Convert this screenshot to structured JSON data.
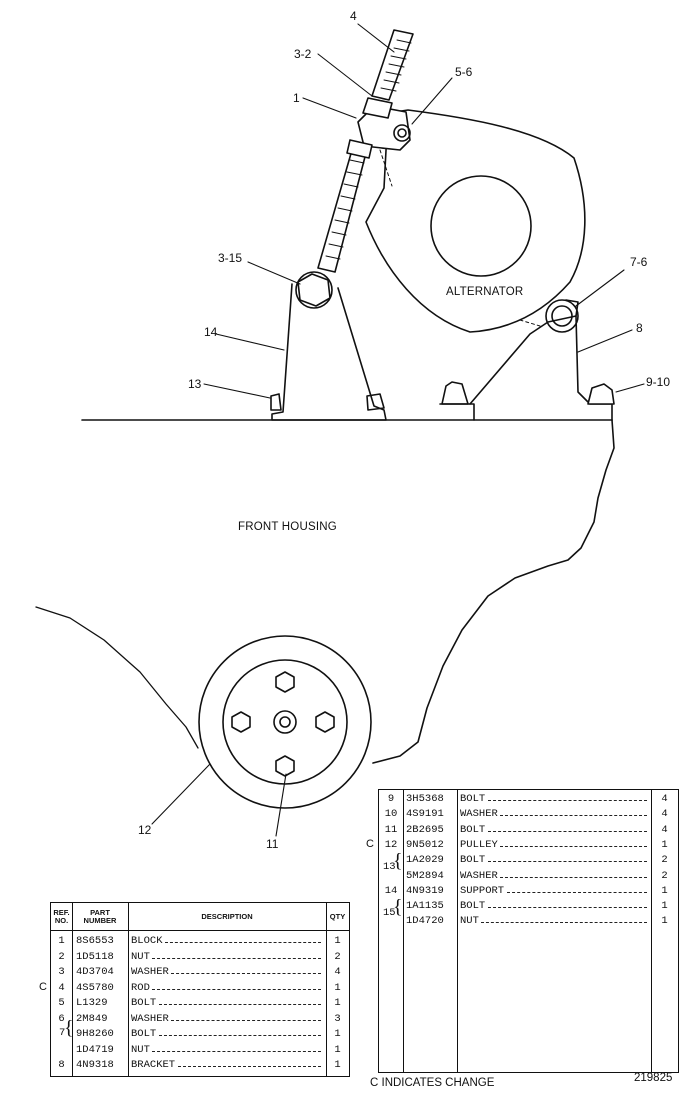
{
  "callouts": {
    "c4": "4",
    "c3_2": "3-2",
    "c5_6": "5-6",
    "c1": "1",
    "c3_15": "3-15",
    "c7_6": "7-6",
    "c14": "14",
    "c8": "8",
    "c13": "13",
    "c9_10": "9-10",
    "c12": "12",
    "c11": "11"
  },
  "labels": {
    "alternator": "ALTERNATOR",
    "front_housing": "FRONT HOUSING"
  },
  "left_table": {
    "headers": {
      "ref": [
        "REF.",
        "NO."
      ],
      "part": [
        "PART",
        "NUMBER"
      ],
      "desc": "DESCRIPTION",
      "qty": "QTY"
    },
    "rows": [
      {
        "mark": "",
        "ref": "1",
        "part": "8S6553",
        "desc": "BLOCK",
        "qty": "1"
      },
      {
        "mark": "",
        "ref": "2",
        "part": "1D5118",
        "desc": "NUT",
        "qty": "2"
      },
      {
        "mark": "",
        "ref": "3",
        "part": "4D3704",
        "desc": "WASHER",
        "qty": "4"
      },
      {
        "mark": "C",
        "ref": "4",
        "part": "4S5780",
        "desc": "ROD",
        "qty": "1"
      },
      {
        "mark": "",
        "ref": "5",
        "part": "L1329",
        "desc": "BOLT",
        "qty": "1"
      },
      {
        "mark": "",
        "ref": "6",
        "part": "2M849",
        "desc": "WASHER",
        "qty": "3"
      },
      {
        "mark": "",
        "ref": "",
        "part": "9H8260",
        "desc": "BOLT",
        "qty": "1"
      },
      {
        "mark": "",
        "ref": "",
        "part": "1D4719",
        "desc": "NUT",
        "qty": "1"
      },
      {
        "mark": "",
        "ref": "8",
        "part": "4N9318",
        "desc": "BRACKET",
        "qty": "1"
      }
    ],
    "group_ref": "7"
  },
  "right_table": {
    "rows": [
      {
        "mark": "",
        "ref": "9",
        "part": "3H5368",
        "desc": "BOLT",
        "qty": "4"
      },
      {
        "mark": "",
        "ref": "10",
        "part": "4S9191",
        "desc": "WASHER",
        "qty": "4"
      },
      {
        "mark": "",
        "ref": "11",
        "part": "2B2695",
        "desc": "BOLT",
        "qty": "4"
      },
      {
        "mark": "C",
        "ref": "12",
        "part": "9N5012",
        "desc": "PULLEY",
        "qty": "1"
      },
      {
        "mark": "",
        "ref": "",
        "part": "1A2029",
        "desc": "BOLT",
        "qty": "2"
      },
      {
        "mark": "",
        "ref": "",
        "part": "5M2894",
        "desc": "WASHER",
        "qty": "2"
      },
      {
        "mark": "",
        "ref": "14",
        "part": "4N9319",
        "desc": "SUPPORT",
        "qty": "1"
      },
      {
        "mark": "",
        "ref": "",
        "part": "1A1135",
        "desc": "BOLT",
        "qty": "1"
      },
      {
        "mark": "",
        "ref": "",
        "part": "1D4720",
        "desc": "NUT",
        "qty": "1"
      }
    ],
    "group13_ref": "13",
    "group15_ref": "15"
  },
  "footer": {
    "change_note": "C INDICATES CHANGE",
    "drawing_number": "219825"
  }
}
